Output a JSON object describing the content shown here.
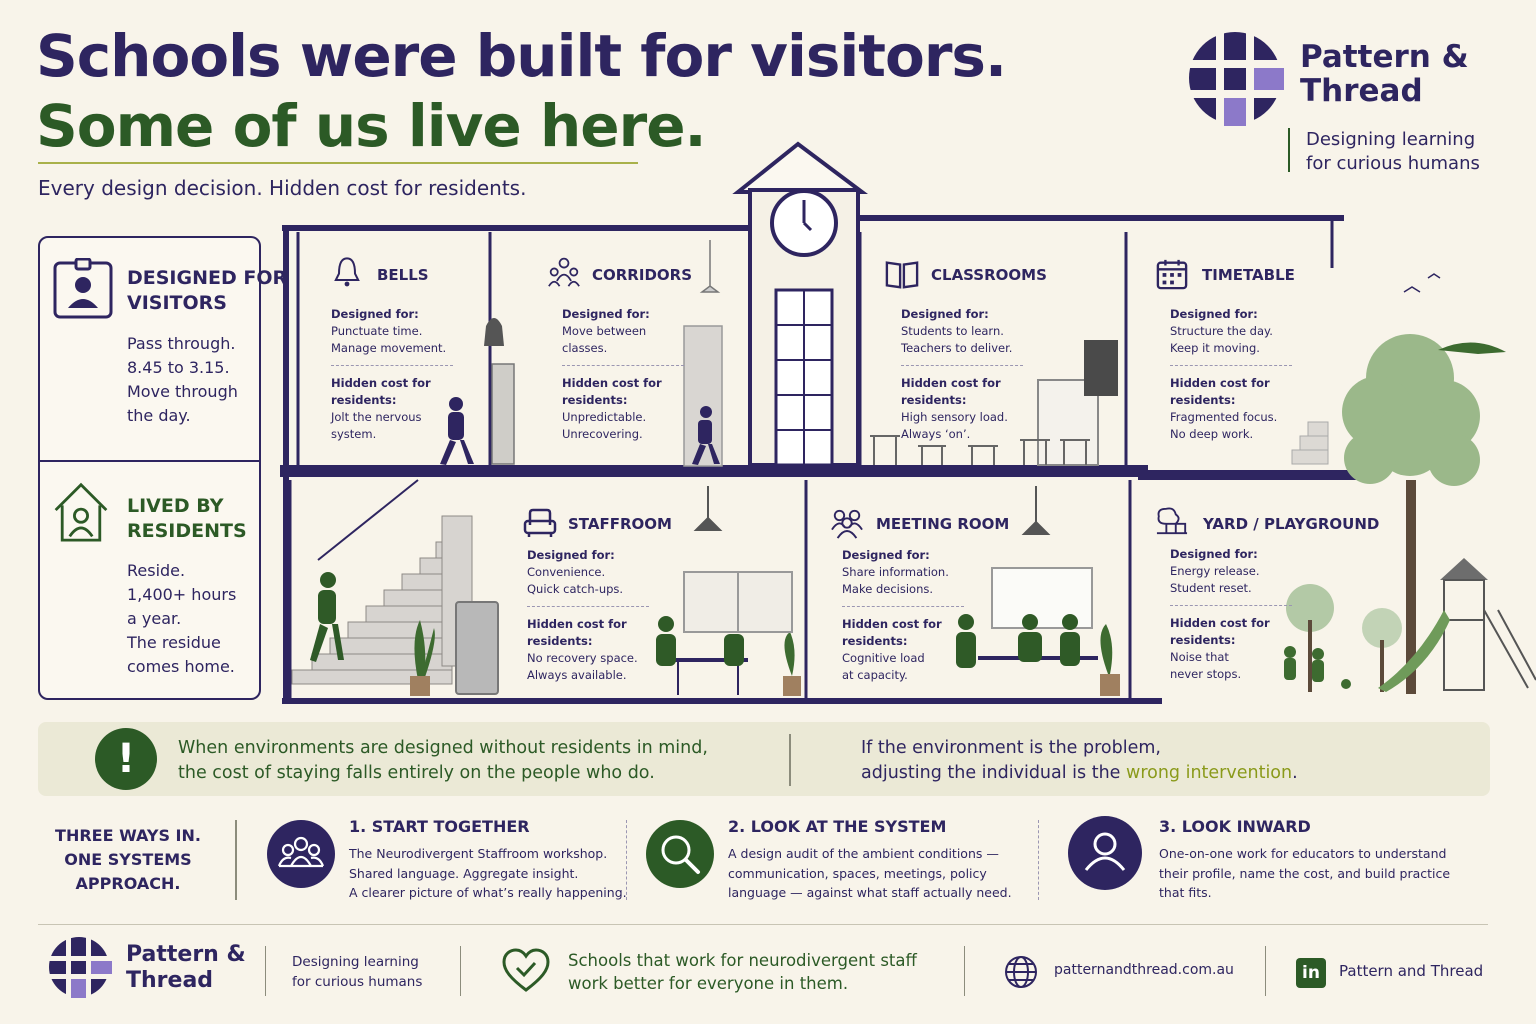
{
  "header": {
    "title_line1": "Schools were built for visitors.",
    "title_line2": "Some of us live here.",
    "subtitle": "Every design decision. Hidden cost for residents."
  },
  "brand": {
    "name_line1": "Pattern &",
    "name_line2": "Thread",
    "tagline_line1": "Designing learning",
    "tagline_line2": "for curious humans"
  },
  "side": {
    "visitors": {
      "heading_line1": "DESIGNED FOR",
      "heading_line2": "VISITORS",
      "lines": [
        "Pass through.",
        "8.45 to 3.15.",
        "Move through",
        "the day."
      ]
    },
    "residents": {
      "heading_line1": "LIVED BY",
      "heading_line2": "RESIDENTS",
      "lines": [
        "Reside.",
        "1,400+ hours",
        "a year.",
        "The residue",
        "comes home."
      ]
    }
  },
  "labels": {
    "designed_for": "Designed for:",
    "hidden_cost_1": "Hidden cost for",
    "hidden_cost_2": "residents:"
  },
  "rooms": [
    {
      "title": "BELLS",
      "icon": "bell-icon",
      "designed": [
        "Punctuate time.",
        "Manage movement."
      ],
      "cost": [
        "Jolt the nervous",
        "system."
      ]
    },
    {
      "title": "CORRIDORS",
      "icon": "people-icon",
      "designed": [
        "Move between",
        "classes."
      ],
      "cost": [
        "Unpredictable.",
        "Unrecovering."
      ]
    },
    {
      "title": "CLASSROOMS",
      "icon": "book-icon",
      "designed": [
        "Students to learn.",
        "Teachers to deliver."
      ],
      "cost": [
        "High sensory load.",
        "Always ‘on’."
      ]
    },
    {
      "title": "TIMETABLE",
      "icon": "calendar-icon",
      "designed": [
        "Structure the day.",
        "Keep it moving."
      ],
      "cost": [
        "Fragmented focus.",
        "No deep work."
      ]
    },
    {
      "title": "STAFFROOM",
      "icon": "armchair-icon",
      "designed": [
        "Convenience.",
        "Quick catch-ups."
      ],
      "cost": [
        "No recovery space.",
        "Always available."
      ]
    },
    {
      "title": "MEETING ROOM",
      "icon": "group-icon",
      "designed": [
        "Share information.",
        "Make decisions."
      ],
      "cost": [
        "Cognitive load",
        "at capacity."
      ]
    },
    {
      "title": "YARD / PLAYGROUND",
      "icon": "tree-icon",
      "designed": [
        "Energy release.",
        "Student reset."
      ],
      "cost": [
        "Noise that",
        "never stops."
      ]
    }
  ],
  "banner": {
    "icon": "!",
    "left_line1": "When environments are designed without residents in mind,",
    "left_line2": "the cost of staying falls entirely on the people who do.",
    "right_line1": "If the environment is the problem,",
    "right_line2_pre": "adjusting the individual is the ",
    "right_line2_accent": "wrong intervention",
    "right_line2_post": "."
  },
  "ways": {
    "title_lines": [
      "THREE WAYS IN.",
      "ONE SYSTEMS",
      "APPROACH."
    ],
    "items": [
      {
        "heading": "1. START TOGETHER",
        "icon": "team-icon",
        "body": [
          "The Neurodivergent Staffroom workshop.",
          "Shared language. Aggregate insight.",
          "A clearer picture of what’s really happening."
        ]
      },
      {
        "heading": "2. LOOK AT THE SYSTEM",
        "icon": "magnifier-icon",
        "body": [
          "A design audit of the ambient conditions —",
          "communication, spaces, meetings, policy",
          "language — against what staff actually need."
        ]
      },
      {
        "heading": "3. LOOK INWARD",
        "icon": "person-icon",
        "body": [
          "One-on-one work for educators to understand",
          "their profile, name the cost, and build practice",
          "that fits."
        ]
      }
    ]
  },
  "footer": {
    "brand_line1": "Pattern &",
    "brand_line2": "Thread",
    "tag_line1": "Designing learning",
    "tag_line2": "for curious humans",
    "message_line1": "Schools that work for neurodivergent staff",
    "message_line2": "work better for everyone in them.",
    "url": "patternandthread.com.au",
    "linkedin_icon": "in",
    "linkedin": "Pattern and Thread"
  },
  "colors": {
    "purple": "#2e2560",
    "green": "#2c5a26",
    "accent": "#8a9a1a",
    "background": "#f8f4ea"
  }
}
